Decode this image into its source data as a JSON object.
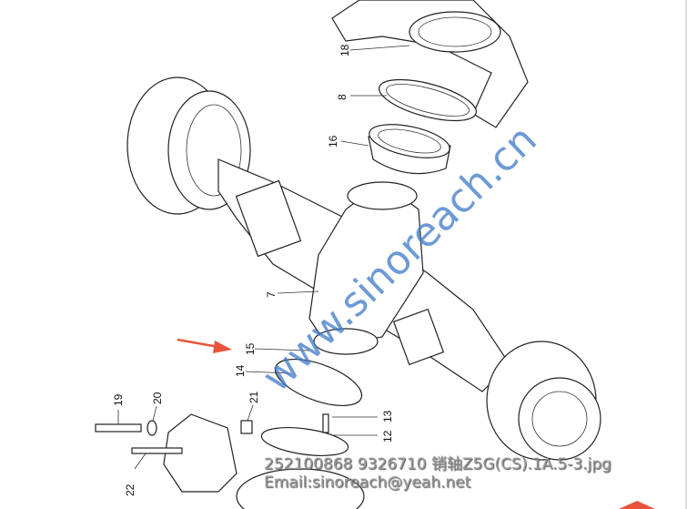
{
  "watermark": "www.sinoreach.cn",
  "caption": {
    "file": "252100868 9326710 销轴Z5G(CS).1A.5-3.jpg",
    "email": "Email:sinoreach@yeah.net"
  },
  "part_labels": [
    "18",
    "8",
    "16",
    "7",
    "15",
    "14",
    "19",
    "20",
    "21",
    "13",
    "12",
    "22"
  ],
  "colors": {
    "arrow": "#e8533a",
    "watermark": "#3c78c8"
  }
}
